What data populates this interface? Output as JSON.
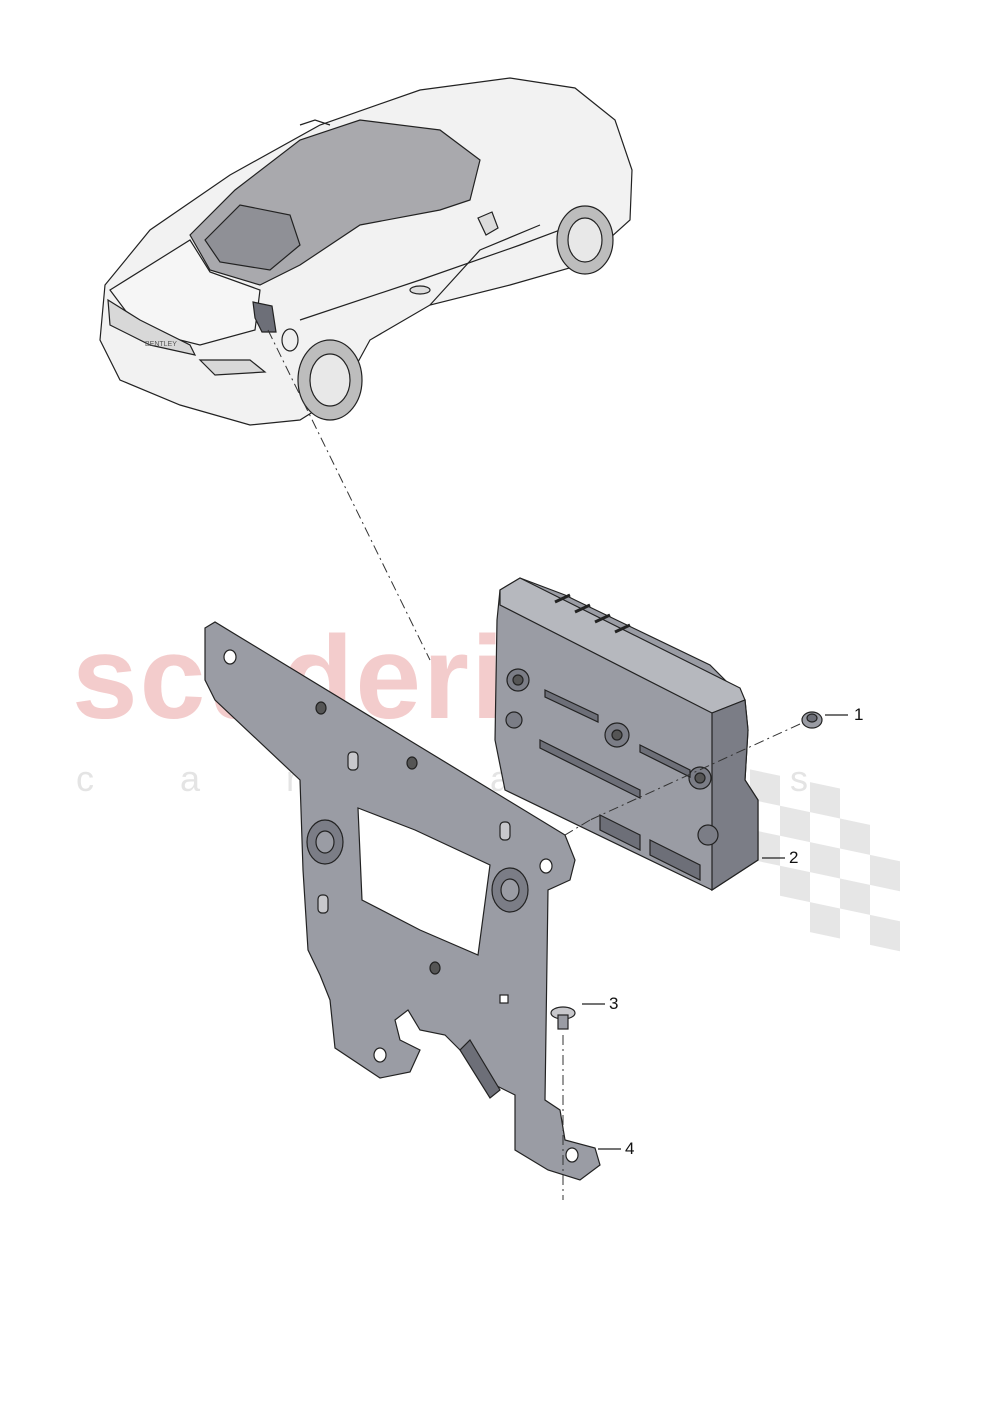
{
  "watermark": {
    "brand": "scuderia",
    "sub": "c a r   p a r t s",
    "brand_color": "#f2c4c4",
    "sub_color": "#e4e4e4"
  },
  "vehicle": {
    "badge_text": "BENTLEY"
  },
  "callouts": [
    {
      "label": "1"
    },
    {
      "label": "2"
    },
    {
      "label": "3"
    },
    {
      "label": "4"
    }
  ],
  "colors": {
    "part_fill": "#9a9ca4",
    "part_dark": "#6d6f78",
    "line": "#222222",
    "car_fill": "#f2f2f2",
    "glass": "#a9a9ad"
  }
}
